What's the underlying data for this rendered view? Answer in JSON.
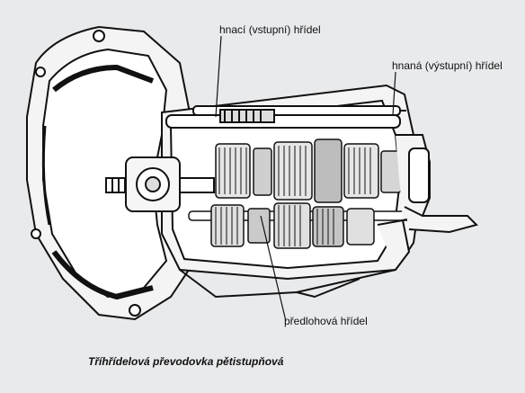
{
  "labels": {
    "input_shaft": "hnací (vstupní) hřídel",
    "output_shaft": "hnaná (výstupní) hřídel",
    "countershaft": "předlohová hřídel"
  },
  "caption": "Tříhřídelová převodovka pětistupňová",
  "colors": {
    "background": "#e9eaec",
    "ink": "#111111",
    "casing_dark": "#2a2a2a",
    "casing_light": "#f2f2f2"
  }
}
